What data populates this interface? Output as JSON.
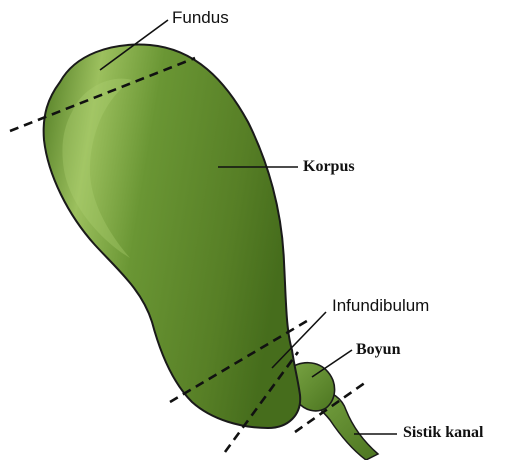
{
  "labels": {
    "fundus": "Fundus",
    "korpus": "Korpus",
    "infundibulum": "Infundibulum",
    "boyun": "Boyun",
    "sistik_kanal": "Sistik kanal"
  },
  "colors": {
    "organ_fill": "#5f8a2c",
    "organ_highlight": "#9cc05e",
    "organ_shadow": "#3f6419",
    "outline": "#1a1a1a",
    "section_lines": "#111111"
  }
}
